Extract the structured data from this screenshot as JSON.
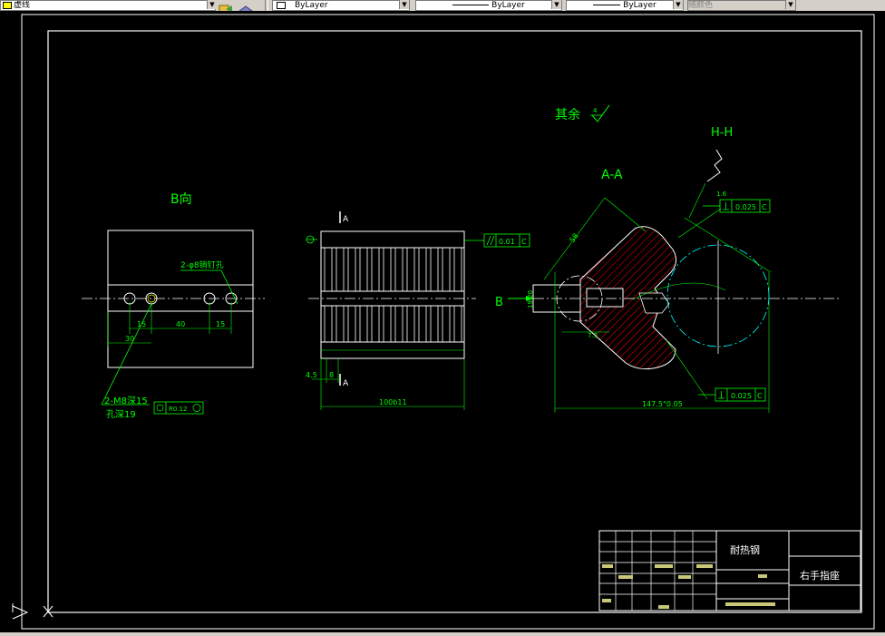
{
  "toolbar": {
    "layer_name": "虚线",
    "color": "ByLayer",
    "linetype": "ByLayer",
    "lineweight": "ByLayer",
    "plotstyle": "随颜色"
  },
  "drawing": {
    "view_b_label": "B向",
    "section_aa_label": "A-A",
    "section_hh_label": "H-H",
    "roughness_note": "其余",
    "roughness_value": "4",
    "hole_note_1": "2-φ8销钉孔",
    "hole_note_2_line1": "2-M8深15",
    "hole_note_2_line2": "孔深19",
    "position_tolerance": "R0.12",
    "dim_15_left": "15",
    "dim_40": "40",
    "dim_15_right": "15",
    "dim_30": "30",
    "section_mark_a_top": "A",
    "section_mark_a_bottom": "A",
    "flatness_value": "0.01",
    "flatness_datum": "C",
    "dim_4_5": "4.5",
    "dim_8": "8",
    "dim_100": "100b11",
    "view_arrow_b": "B",
    "dim_19_2": "19.20",
    "dim_58": "58",
    "dim_147": "147.5°0.05",
    "dim_7": "7.5",
    "perp_value_top": "0.025",
    "perp_datum_top": "C",
    "perp_value_bottom": "0.025",
    "perp_datum_bottom": "C",
    "dim_r_small": "1.6",
    "material": "耐热钢",
    "part_name": "右手指座"
  },
  "colors": {
    "green": "#00ff00",
    "white": "#ffffff",
    "yellow": "#ffff00",
    "cyan": "#00ffff",
    "red": "#ff0000",
    "title_fill": "#c8c878"
  }
}
